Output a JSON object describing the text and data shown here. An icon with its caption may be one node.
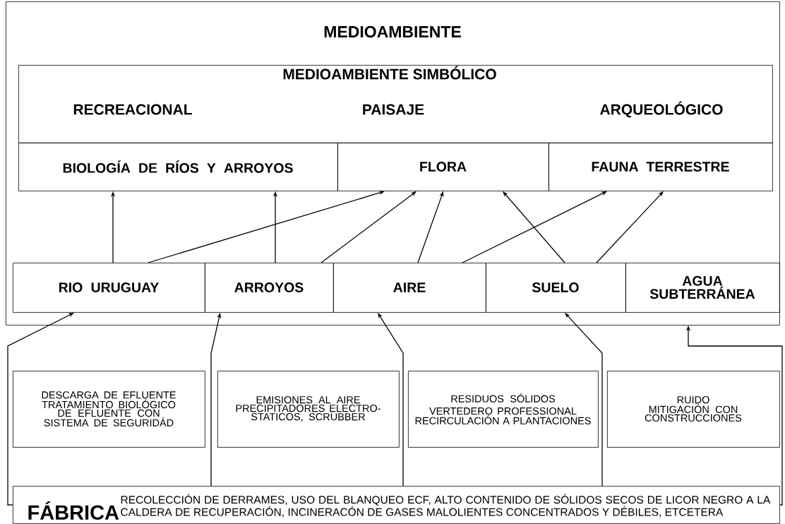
{
  "diagram": {
    "nodes": [
      {
        "text": [
          "MEDIOAMBIENTE"
        ]
      },
      {
        "text": [
          "MEDIOAMBIENTE SIMBÓLICO",
          "RECREACIONAL",
          "PAISAJE",
          "ARQUEOLÓGICO"
        ],
        "in": 0
      },
      {
        "text": [
          "BIOLOGÍA DE RÍOS Y ARROYOS"
        ],
        "in": 0
      },
      {
        "text": [
          "FLORA"
        ],
        "in": 0
      },
      {
        "text": [
          "FAUNA TERRESTRE"
        ],
        "in": 0
      },
      {
        "text": [
          "RIO URUGUAY"
        ],
        "in": 0
      },
      {
        "text": [
          "ARROYOS"
        ],
        "in": 0
      },
      {
        "text": [
          "AIRE"
        ],
        "in": 0
      },
      {
        "text": [
          "SUELO"
        ],
        "in": 0
      },
      {
        "text": [
          "AGUA SUBTERRÁNEA"
        ],
        "in": 0
      },
      {
        "text": [
          "DESCARGA DE EFLUENTE",
          "TRATAMIENTO BIOLÓGICO DE EFLUENTE CON SISTEMA DE SEGURIDÁD"
        ]
      },
      {
        "text": [
          "EMISIONES AL AIRE",
          "PRECIPITADORES ELECTRO-STATICOS, SCRUBBER"
        ]
      },
      {
        "text": [
          "RESIDUOS SÓLIDOS",
          "VERTEDERO PROFESSIONAL",
          "RECIRCULACIÓN A PLANTACIONES"
        ]
      },
      {
        "text": [
          "RUIDO",
          "MITIGACIÓN CON CONSTRUCCIONES"
        ]
      },
      {
        "text": [
          "FÁBRICA",
          "RECOLECCIÓN DE DERRAMES, USO DEL BLANQUEO ECF, ALTO CONTENIDO DE SÓLIDOS SECOS DE LICOR NEGRO A LA CALDERA DE RECUPERACIÓN, INCINERACÓN DE GASES MALOLIENTES CONCENTRADOS Y DÉBILES, ETCETERA"
        ]
      }
    ],
    "edges": [
      {
        "from": 5,
        "to": 2,
        "arrow": "to"
      },
      {
        "from": 5,
        "to": 3,
        "arrow": "to"
      },
      {
        "from": 6,
        "to": 2,
        "arrow": "to"
      },
      {
        "from": 6,
        "to": 3,
        "arrow": "to"
      },
      {
        "from": 7,
        "to": 3,
        "arrow": "to"
      },
      {
        "from": 7,
        "to": 4,
        "arrow": "to"
      },
      {
        "from": 8,
        "to": 3,
        "arrow": "to"
      },
      {
        "from": 8,
        "to": 4,
        "arrow": "to"
      },
      {
        "from": 14,
        "to": 5,
        "arrow": "to"
      },
      {
        "from": 14,
        "to": 6,
        "arrow": "to"
      },
      {
        "from": 14,
        "to": 7,
        "arrow": "to"
      },
      {
        "from": 14,
        "to": 8,
        "arrow": "to"
      },
      {
        "from": 14,
        "to": 0,
        "arrow": "to"
      }
    ]
  }
}
